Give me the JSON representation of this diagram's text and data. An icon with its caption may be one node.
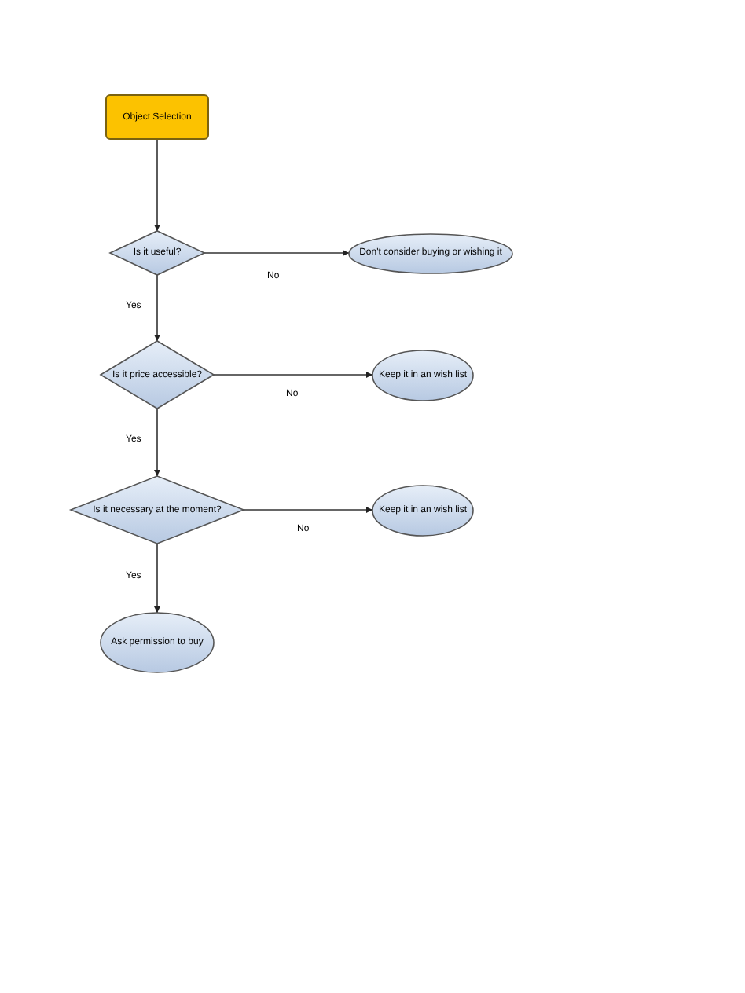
{
  "diagram": {
    "nodes": [
      {
        "text": [
          "Object Selection"
        ]
      },
      {
        "text": [
          "Is it useful?"
        ]
      },
      {
        "text": [
          "Don't consider buying or wishing it"
        ]
      },
      {
        "text": [
          "Is it price accessible?"
        ]
      },
      {
        "text": [
          "Keep it in an wish list"
        ]
      },
      {
        "text": [
          "Is it necessary at the moment?"
        ]
      },
      {
        "text": [
          "Keep it in an wish list"
        ]
      },
      {
        "text": [
          "Ask permission to buy"
        ]
      }
    ],
    "edges": [
      {
        "from": 0,
        "to": 1,
        "arrow": "to"
      },
      {
        "from": 1,
        "to": 2,
        "arrow": "to",
        "label": "No"
      },
      {
        "from": 1,
        "to": 3,
        "arrow": "to",
        "label": "Yes"
      },
      {
        "from": 3,
        "to": 4,
        "arrow": "to",
        "label": "No"
      },
      {
        "from": 3,
        "to": 5,
        "arrow": "to",
        "label": "Yes"
      },
      {
        "from": 5,
        "to": 6,
        "arrow": "to",
        "label": "No"
      },
      {
        "from": 5,
        "to": 7,
        "arrow": "to",
        "label": "Yes"
      }
    ]
  }
}
